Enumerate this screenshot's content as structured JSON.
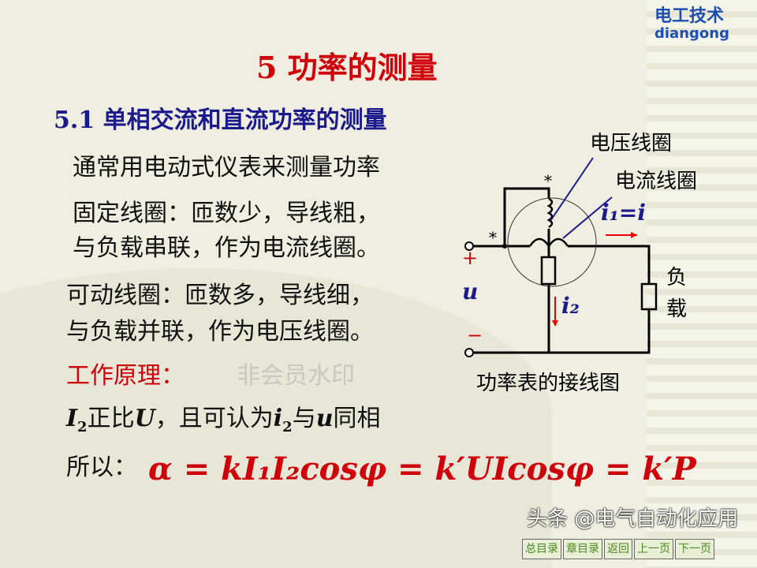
{
  "logo": {
    "cn": "电工技术",
    "en": "diangong"
  },
  "title": "5  功率的测量",
  "section": "5.1  单相交流和直流功率的测量",
  "lines": [
    "通常用电动式仪表来测量功率",
    "固定线圈：匝数少，导线粗，",
    "与负载串联，作为电流线圈。",
    "可动线圈：匝数多，导线细，",
    "与负载并联，作为电压线圈。"
  ],
  "principle_label": "工作原理：",
  "principle": {
    "p1": "I",
    "p1sub": "2",
    "p2": "正比",
    "p3": "U",
    "p4": "，且可认为",
    "p5": "i",
    "p5sub": "2",
    "p6": "与",
    "p7": "u",
    "p8": "同相"
  },
  "so_label": "所以：",
  "formula": "α = kI₁I₂cosφ = k′UIcosφ = k′P",
  "diagram": {
    "voltage_coil": "电压线圈",
    "current_coil": "电流线圈",
    "i1": "i₁=i",
    "i2": "i₂",
    "u": "u",
    "plus": "+",
    "minus": "−",
    "star": "*",
    "load": "负载",
    "caption": "功率表的接线图"
  },
  "nav": [
    "总目录",
    "章目录",
    "返回",
    "上一页",
    "下一页"
  ],
  "watermark": "头条 @电气自动化应用",
  "watermark2": "非会员水印"
}
